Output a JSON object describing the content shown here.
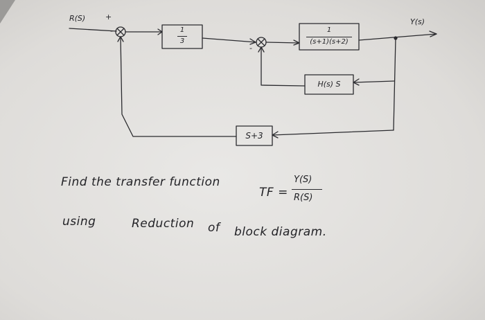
{
  "diagram": {
    "input": "R(S)",
    "output": "Y(s)",
    "plus_sign": "+",
    "minus_sign1": "-",
    "minus_sign2": "-",
    "block_gain": {
      "num": "1",
      "den": "3"
    },
    "block_plant": {
      "num": "1",
      "den": "(s+1)(s+2)"
    },
    "block_inner_feedback": "H(s) S",
    "block_outer_feedback": "S+3"
  },
  "question": {
    "line1_text": "Find the transfer function",
    "tf_label": "TF =",
    "tf_num": "Y(S)",
    "tf_den": "R(S)",
    "line2_a": "using",
    "line2_b": "Reduction",
    "line2_c": "of",
    "line2_d": "block diagram."
  }
}
